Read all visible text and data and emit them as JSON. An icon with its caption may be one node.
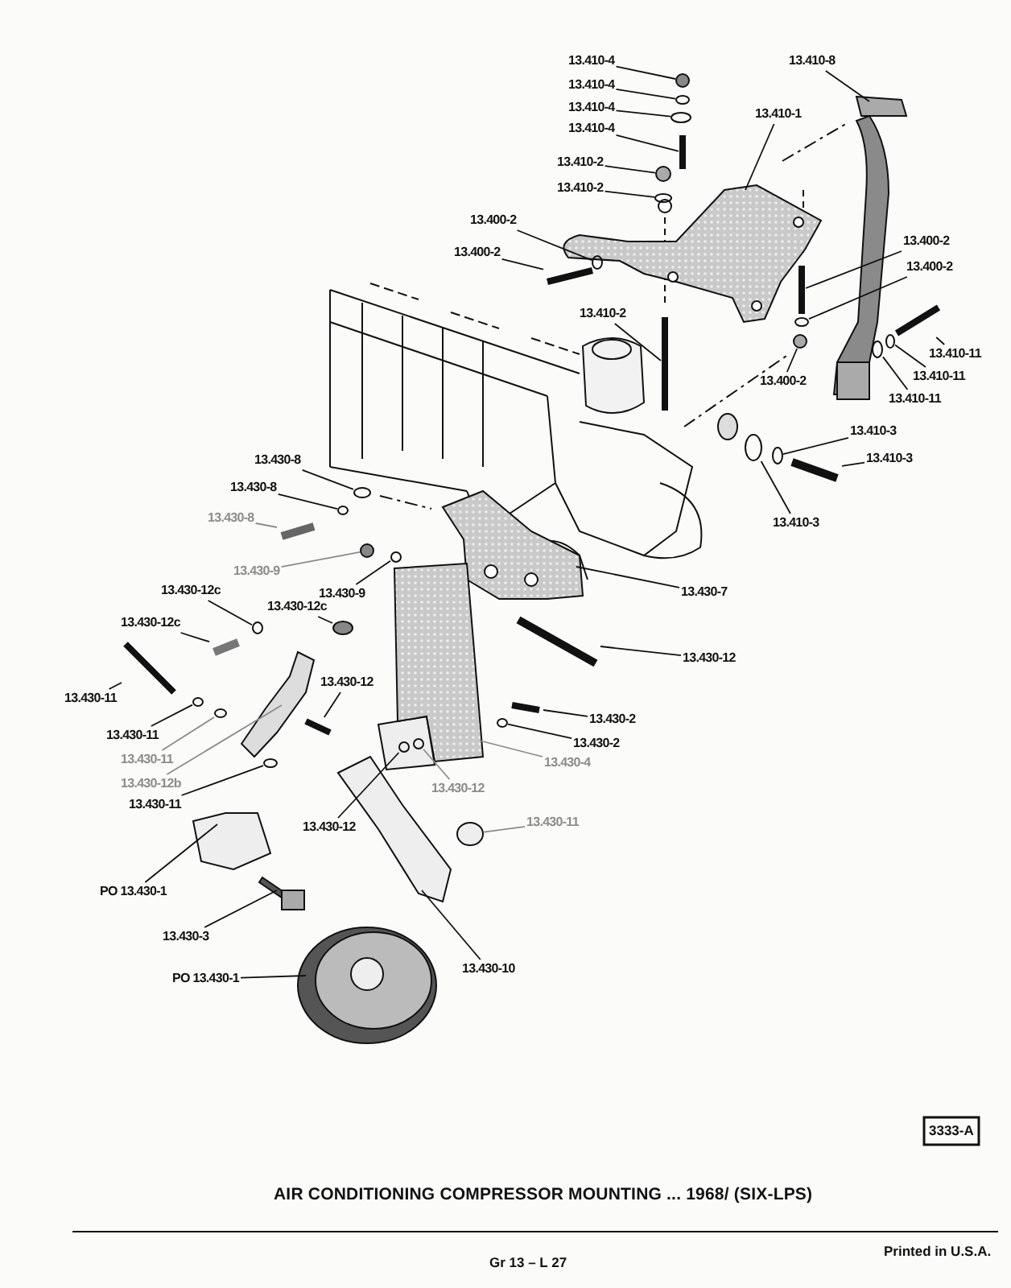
{
  "diagram": {
    "title": "AIR CONDITIONING COMPRESSOR MOUNTING ... 1968/ (SIX-LPS)",
    "nodes": [
      {
        "text": [
          "13.410-4"
        ]
      },
      {
        "text": [
          "13.410-4"
        ]
      },
      {
        "text": [
          "13.410-4"
        ]
      },
      {
        "text": [
          "13.410-4"
        ]
      },
      {
        "text": [
          "13.410-8"
        ]
      },
      {
        "text": [
          "13.410-1"
        ]
      },
      {
        "text": [
          "13.410-2"
        ]
      },
      {
        "text": [
          "13.410-2"
        ]
      },
      {
        "text": [
          "13.400-2"
        ]
      },
      {
        "text": [
          "13.400-2"
        ]
      },
      {
        "text": [
          "13.410-2"
        ]
      },
      {
        "text": [
          "13.400-2"
        ]
      },
      {
        "text": [
          "13.400-2"
        ]
      },
      {
        "text": [
          "13.400-2"
        ]
      },
      {
        "text": [
          "13.410-11"
        ]
      },
      {
        "text": [
          "13.410-11"
        ]
      },
      {
        "text": [
          "13.410-11"
        ]
      },
      {
        "text": [
          "13.410-3"
        ]
      },
      {
        "text": [
          "13.410-3"
        ]
      },
      {
        "text": [
          "13.410-3"
        ]
      },
      {
        "text": [
          "13.430-8"
        ]
      },
      {
        "text": [
          "13.430-8"
        ]
      },
      {
        "text": [
          "13.430-8"
        ]
      },
      {
        "text": [
          "13.430-9"
        ]
      },
      {
        "text": [
          "13.430-9"
        ]
      },
      {
        "text": [
          "13.430-12c"
        ]
      },
      {
        "text": [
          "13.430-12c"
        ]
      },
      {
        "text": [
          "13.430-12c"
        ]
      },
      {
        "text": [
          "13.430-11"
        ]
      },
      {
        "text": [
          "13.430-11"
        ]
      },
      {
        "text": [
          "13.430-11"
        ]
      },
      {
        "text": [
          "13.430-12b"
        ]
      },
      {
        "text": [
          "13.430-11"
        ]
      },
      {
        "text": [
          "13.430-12"
        ]
      },
      {
        "text": [
          "13.430-7"
        ]
      },
      {
        "text": [
          "13.430-12"
        ]
      },
      {
        "text": [
          "13.430-2"
        ]
      },
      {
        "text": [
          "13.430-2"
        ]
      },
      {
        "text": [
          "13.430-4"
        ]
      },
      {
        "text": [
          "13.430-12"
        ]
      },
      {
        "text": [
          "13.430-12"
        ]
      },
      {
        "text": [
          "13.430-11"
        ]
      },
      {
        "text": [
          "PO 13.430-1"
        ]
      },
      {
        "text": [
          "13.430-3"
        ]
      },
      {
        "text": [
          "PO 13.430-1"
        ]
      },
      {
        "text": [
          "13.430-10"
        ]
      },
      {
        "text": [],
        "shape": "circle"
      },
      {
        "text": [],
        "shape": "circle"
      },
      {
        "text": [],
        "shape": "circle"
      },
      {
        "text": [],
        "shape": "bar"
      },
      {
        "text": [],
        "shape": "picture"
      },
      {
        "text": [],
        "shape": "picture"
      },
      {
        "text": [],
        "shape": "circle"
      },
      {
        "text": [],
        "shape": "circle"
      },
      {
        "text": [],
        "shape": "circle"
      },
      {
        "text": [],
        "shape": "bar"
      },
      {
        "text": [],
        "shape": "bar"
      },
      {
        "text": [],
        "shape": "bar"
      },
      {
        "text": [],
        "shape": "circle"
      },
      {
        "text": [],
        "shape": "circle"
      },
      {
        "text": [],
        "shape": "bar"
      },
      {
        "text": [],
        "shape": "circle"
      },
      {
        "text": [],
        "shape": "circle"
      },
      {
        "text": [],
        "shape": "circle"
      },
      {
        "text": [],
        "shape": "bar"
      },
      {
        "text": [],
        "shape": "circle"
      },
      {
        "text": [],
        "shape": "circle"
      },
      {
        "text": [],
        "shape": "circle"
      },
      {
        "text": [],
        "shape": "bar"
      },
      {
        "text": [],
        "shape": "circle"
      },
      {
        "text": [],
        "shape": "circle"
      },
      {
        "text": [],
        "shape": "circle"
      },
      {
        "text": [],
        "shape": "circle"
      },
      {
        "text": [],
        "shape": "bar"
      },
      {
        "text": [],
        "shape": "bar"
      },
      {
        "text": [],
        "shape": "circle"
      },
      {
        "text": [],
        "shape": "circle"
      },
      {
        "text": [],
        "shape": "picture"
      },
      {
        "text": [],
        "shape": "circle"
      },
      {
        "text": [],
        "shape": "bar"
      },
      {
        "text": [],
        "shape": "picture"
      },
      {
        "text": [],
        "shape": "bar"
      },
      {
        "text": [],
        "shape": "bar"
      },
      {
        "text": [],
        "shape": "circle"
      },
      {
        "text": [],
        "shape": "picture"
      },
      {
        "text": [],
        "shape": "circle"
      },
      {
        "text": [],
        "shape": "circle"
      },
      {
        "text": [],
        "shape": "circle"
      },
      {
        "text": [],
        "shape": "picture"
      },
      {
        "text": [],
        "shape": "picture"
      },
      {
        "text": [],
        "shape": "picture"
      },
      {
        "text": [],
        "shape": "picture"
      }
    ],
    "edges": [
      {
        "from": 0,
        "to": 46,
        "arrow": "none"
      },
      {
        "from": 1,
        "to": 47,
        "arrow": "none"
      },
      {
        "from": 2,
        "to": 48,
        "arrow": "none"
      },
      {
        "from": 3,
        "to": 49,
        "arrow": "none"
      },
      {
        "from": 4,
        "to": 50,
        "arrow": "none"
      },
      {
        "from": 5,
        "to": 51,
        "arrow": "none"
      },
      {
        "from": 6,
        "to": 52,
        "arrow": "none"
      },
      {
        "from": 7,
        "to": 53,
        "arrow": "none"
      },
      {
        "from": 8,
        "to": 54,
        "arrow": "none"
      },
      {
        "from": 9,
        "to": 55,
        "arrow": "none"
      },
      {
        "from": 10,
        "to": 56,
        "arrow": "none"
      },
      {
        "from": 11,
        "to": 57,
        "arrow": "none"
      },
      {
        "from": 12,
        "to": 58,
        "arrow": "none"
      },
      {
        "from": 13,
        "to": 59,
        "arrow": "none"
      },
      {
        "from": 14,
        "to": 60,
        "arrow": "none"
      },
      {
        "from": 15,
        "to": 61,
        "arrow": "none"
      },
      {
        "from": 16,
        "to": 62,
        "arrow": "none"
      },
      {
        "from": 17,
        "to": 63,
        "arrow": "none"
      },
      {
        "from": 18,
        "to": 64,
        "arrow": "none"
      },
      {
        "from": 19,
        "to": 65,
        "arrow": "none"
      },
      {
        "from": 20,
        "to": 66,
        "arrow": "none"
      },
      {
        "from": 21,
        "to": 67,
        "arrow": "none"
      },
      {
        "from": 22,
        "to": 68,
        "arrow": "none",
        "color": "#8c8c8c"
      },
      {
        "from": 23,
        "to": 69,
        "arrow": "none",
        "color": "#8c8c8c"
      },
      {
        "from": 24,
        "to": 70,
        "arrow": "none"
      },
      {
        "from": 25,
        "to": 71,
        "arrow": "none"
      },
      {
        "from": 26,
        "to": 72,
        "arrow": "none"
      },
      {
        "from": 27,
        "to": 73,
        "arrow": "none"
      },
      {
        "from": 28,
        "to": 74,
        "arrow": "none"
      },
      {
        "from": 29,
        "to": 75,
        "arrow": "none"
      },
      {
        "from": 30,
        "to": 76,
        "arrow": "none",
        "color": "#8c8c8c"
      },
      {
        "from": 31,
        "to": 77,
        "arrow": "none",
        "color": "#8c8c8c"
      },
      {
        "from": 32,
        "to": 78,
        "arrow": "none"
      },
      {
        "from": 33,
        "to": 79,
        "arrow": "none"
      },
      {
        "from": 34,
        "to": 80,
        "arrow": "none"
      },
      {
        "from": 35,
        "to": 81,
        "arrow": "none"
      },
      {
        "from": 36,
        "to": 82,
        "arrow": "none"
      },
      {
        "from": 37,
        "to": 83,
        "arrow": "none"
      },
      {
        "from": 38,
        "to": 84,
        "arrow": "none",
        "color": "#8c8c8c"
      },
      {
        "from": 39,
        "to": 85,
        "arrow": "none",
        "color": "#8c8c8c"
      },
      {
        "from": 40,
        "to": 86,
        "arrow": "none"
      },
      {
        "from": 41,
        "to": 87,
        "arrow": "none",
        "color": "#8c8c8c"
      },
      {
        "from": 42,
        "to": 88,
        "arrow": "none"
      },
      {
        "from": 43,
        "to": 89,
        "arrow": "none"
      },
      {
        "from": 44,
        "to": 90,
        "arrow": "none"
      },
      {
        "from": 45,
        "to": 91,
        "arrow": "none"
      }
    ],
    "labels": [
      "3333-A",
      "Printed in U.S.A.",
      "Gr 13 – L 27"
    ]
  }
}
